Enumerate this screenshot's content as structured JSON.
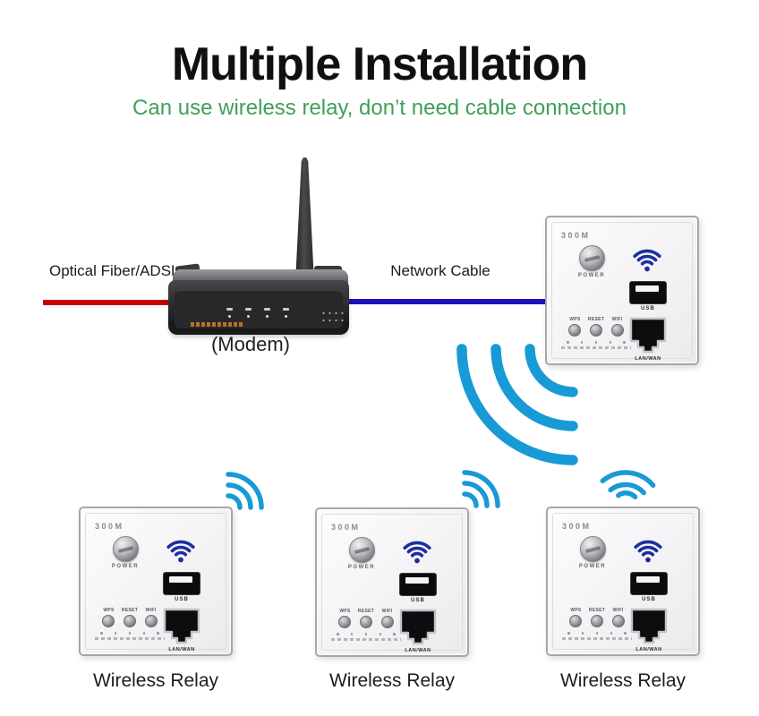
{
  "header": {
    "title": "Multiple Installation",
    "subtitle": "Can use wireless relay, don’t need cable connection"
  },
  "connections": {
    "left_cable_label": "Optical Fiber/ADSL",
    "right_cable_label": "Network Cable",
    "modem_label": "(Modem)"
  },
  "relay_caption": "Wireless Relay",
  "device_panel": {
    "model": "300M",
    "power_label": "POWER",
    "usb_label": "USB",
    "lan_label": "LAN/WAN",
    "button_labels": [
      "WPS",
      "RESET",
      "WIFI"
    ]
  },
  "colors": {
    "title_black": "#101010",
    "subtitle_green": "#3f9f58",
    "fiber_red": "#c50100",
    "cable_blue": "#1b13bb",
    "signal_cyan": "#189ad6",
    "panel_wifi_navy": "#1c2f9c"
  }
}
